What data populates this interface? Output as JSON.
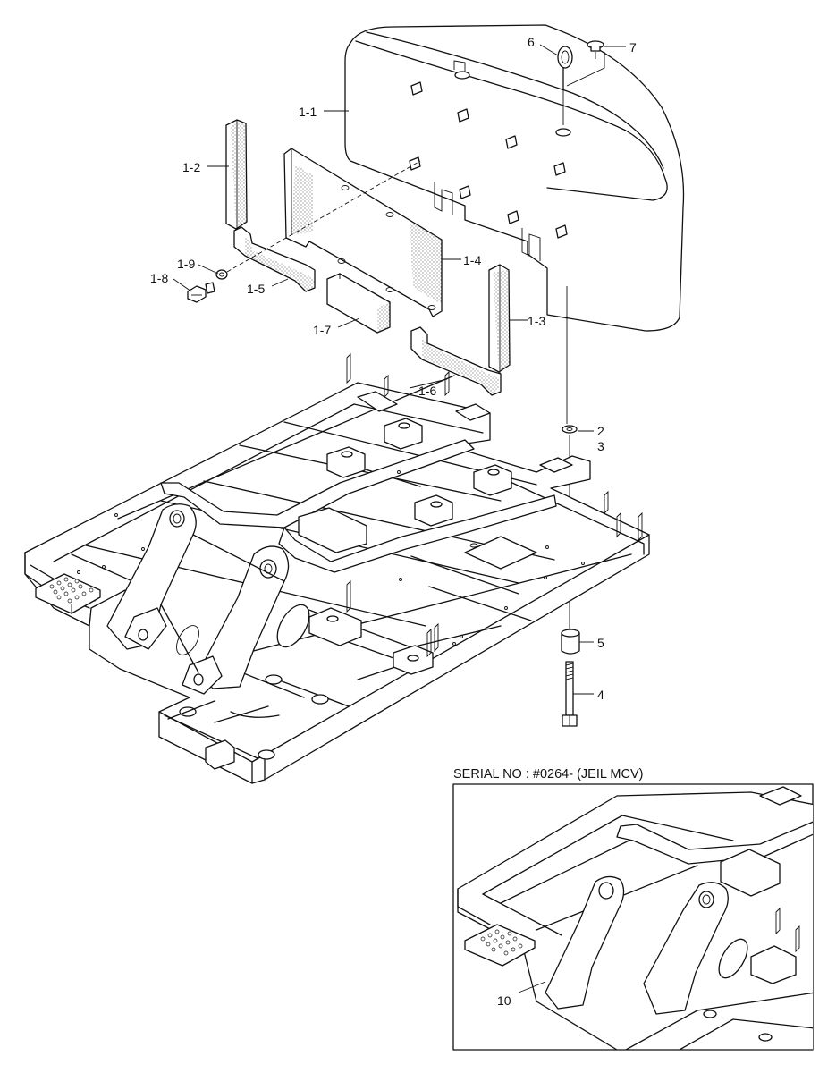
{
  "callouts": {
    "p1_1": "1-1",
    "p1_2": "1-2",
    "p1_3": "1-3",
    "p1_4": "1-4",
    "p1_5": "1-5",
    "p1_6": "1-6",
    "p1_7": "1-7",
    "p1_8": "1-8",
    "p1_9": "1-9",
    "p2": "2",
    "p3": "3",
    "p4": "4",
    "p5": "5",
    "p6": "6",
    "p7": "7",
    "p10": "10"
  },
  "inset": {
    "title": "SERIAL NO : #0264-  (JEIL MCV)"
  },
  "colors": {
    "line": "#111111",
    "background": "#ffffff"
  }
}
